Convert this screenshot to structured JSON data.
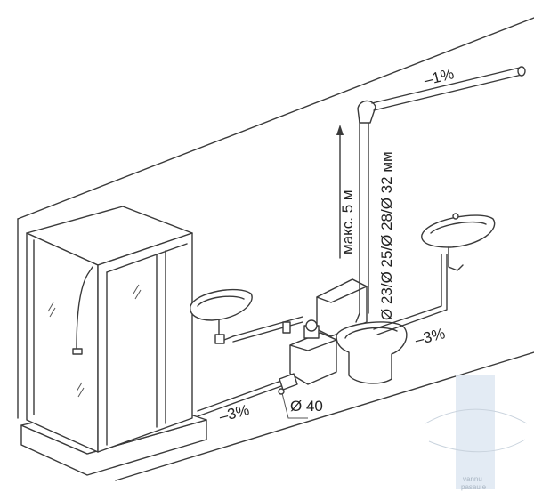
{
  "labels": {
    "slope_top": "–1%",
    "max_height": "макс. 5 м",
    "pipe_sizes": "Ø 23/Ø 25/Ø 28/Ø 32 мм",
    "slope_right": "–3%",
    "pipe_40": "Ø 40",
    "slope_bottom": "–3%"
  },
  "watermark": {
    "line1": "vannu",
    "line2": "pasaule"
  },
  "colors": {
    "line": "#3a3a3a",
    "watermark_bar": "#dfe8f3"
  }
}
